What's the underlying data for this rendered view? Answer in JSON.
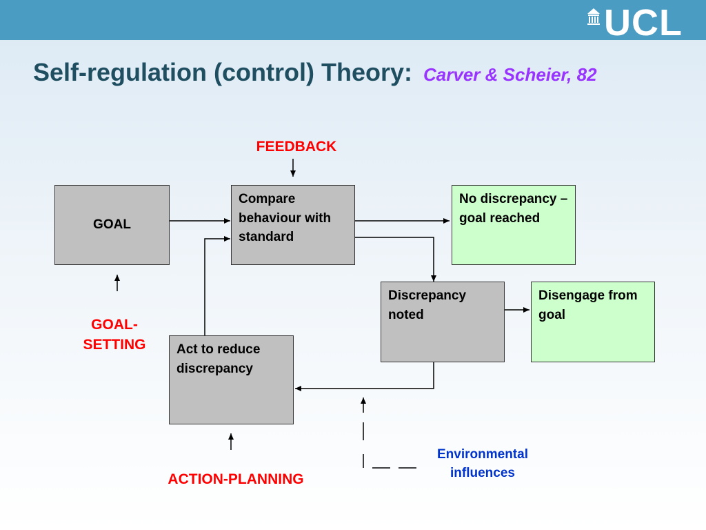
{
  "header": {
    "logo": "UCL",
    "title": "Self-regulation (control) Theory:",
    "subtitle": "Carver & Scheier, 82"
  },
  "diagram": {
    "boxes": {
      "goal": "GOAL",
      "compare": "Compare behaviour with standard",
      "no_discrepancy": "No discrepancy – goal reached",
      "discrepancy": "Discrepancy noted",
      "disengage": "Disengage from goal",
      "act": "Act to reduce discrepancy"
    },
    "labels": {
      "feedback": "FEEDBACK",
      "goal_setting": "GOAL-SETTING",
      "action_planning": "ACTION-PLANNING",
      "environmental": "Environmental influences"
    },
    "colors": {
      "grey_box": "#c0c0c0",
      "green_box": "#ccffcc",
      "red_label": "#ff0000",
      "blue_label": "#0033cc",
      "title": "#1f4e61",
      "subtitle": "#9933ff",
      "header_bar": "#4a9cc2"
    }
  }
}
